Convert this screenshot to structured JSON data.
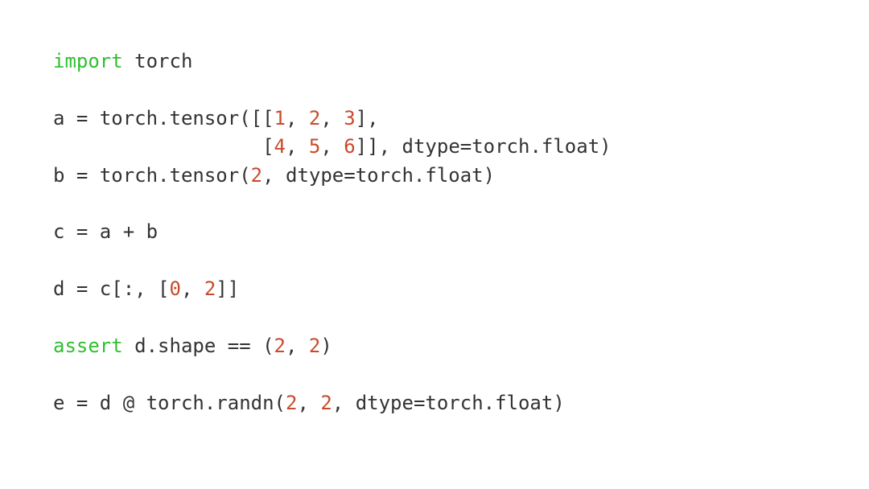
{
  "colors": {
    "background": "#ffffff",
    "text": "#333333",
    "keyword": "#2fbf2f",
    "number": "#c84a2c"
  },
  "code": {
    "language": "python",
    "lines": [
      [
        {
          "t": "import",
          "k": "kw"
        },
        {
          "t": " torch",
          "k": "default"
        }
      ],
      [],
      [
        {
          "t": "a = torch.tensor([[",
          "k": "default"
        },
        {
          "t": "1",
          "k": "num"
        },
        {
          "t": ", ",
          "k": "default"
        },
        {
          "t": "2",
          "k": "num"
        },
        {
          "t": ", ",
          "k": "default"
        },
        {
          "t": "3",
          "k": "num"
        },
        {
          "t": "],",
          "k": "default"
        }
      ],
      [
        {
          "t": "                  [",
          "k": "default"
        },
        {
          "t": "4",
          "k": "num"
        },
        {
          "t": ", ",
          "k": "default"
        },
        {
          "t": "5",
          "k": "num"
        },
        {
          "t": ", ",
          "k": "default"
        },
        {
          "t": "6",
          "k": "num"
        },
        {
          "t": "]], dtype=torch.float)",
          "k": "default"
        }
      ],
      [
        {
          "t": "b = torch.tensor(",
          "k": "default"
        },
        {
          "t": "2",
          "k": "num"
        },
        {
          "t": ", dtype=torch.float)",
          "k": "default"
        }
      ],
      [],
      [
        {
          "t": "c = a + b",
          "k": "default"
        }
      ],
      [],
      [
        {
          "t": "d = c[:, [",
          "k": "default"
        },
        {
          "t": "0",
          "k": "num"
        },
        {
          "t": ", ",
          "k": "default"
        },
        {
          "t": "2",
          "k": "num"
        },
        {
          "t": "]]",
          "k": "default"
        }
      ],
      [],
      [
        {
          "t": "assert",
          "k": "kw"
        },
        {
          "t": " d.shape == (",
          "k": "default"
        },
        {
          "t": "2",
          "k": "num"
        },
        {
          "t": ", ",
          "k": "default"
        },
        {
          "t": "2",
          "k": "num"
        },
        {
          "t": ")",
          "k": "default"
        }
      ],
      [],
      [
        {
          "t": "e = d @ torch.randn(",
          "k": "default"
        },
        {
          "t": "2",
          "k": "num"
        },
        {
          "t": ", ",
          "k": "default"
        },
        {
          "t": "2",
          "k": "num"
        },
        {
          "t": ", dtype=torch.float)",
          "k": "default"
        }
      ]
    ]
  }
}
